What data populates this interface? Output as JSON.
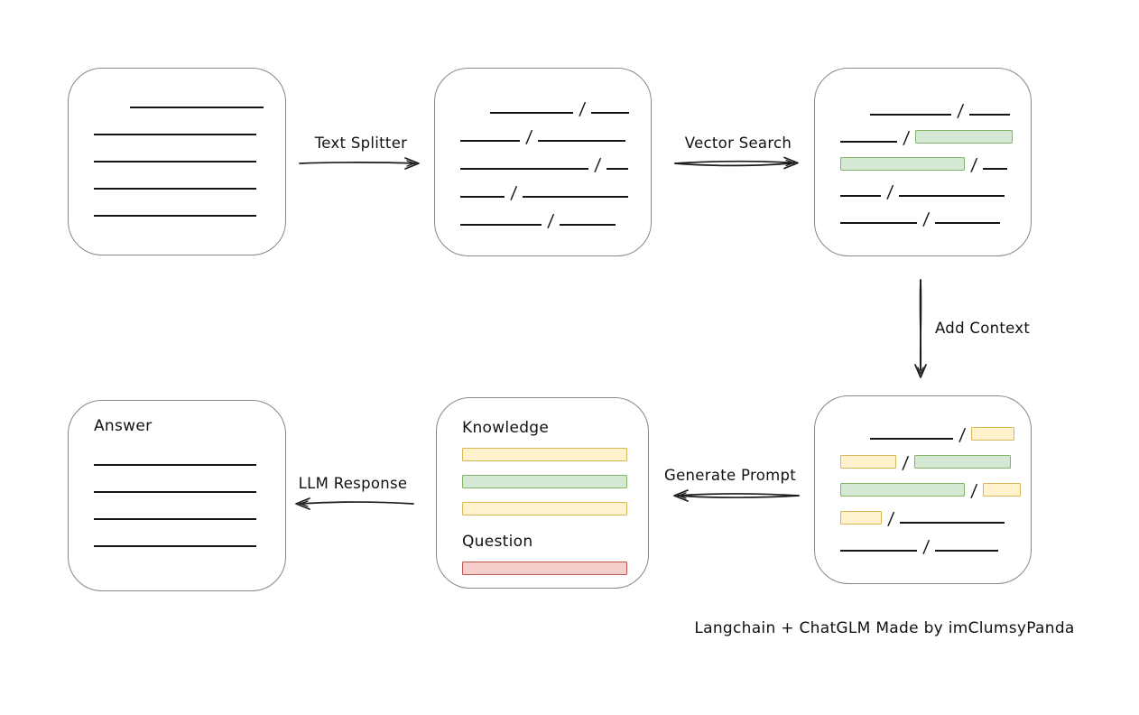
{
  "diagram": {
    "caption": "Langchain + ChatGLM Made by imClumsyPanda",
    "slash": "/",
    "colors": {
      "chunk_green_fill": "#d5e8d4",
      "chunk_green_border": "#82b366",
      "chunk_yellow_fill": "#fff2cc",
      "chunk_yellow_border": "#d6b656",
      "chunk_red_fill": "#f8cecc",
      "chunk_red_border": "#b85450",
      "line_stroke": "#161616",
      "card_border": "#878787"
    },
    "arrows": [
      {
        "id": "text-splitter",
        "label": "Text Splitter",
        "direction": "right"
      },
      {
        "id": "vector-search",
        "label": "Vector Search",
        "direction": "right"
      },
      {
        "id": "add-context",
        "label": "Add Context",
        "direction": "down"
      },
      {
        "id": "generate-prompt",
        "label": "Generate Prompt",
        "direction": "left"
      },
      {
        "id": "llm-response",
        "label": "LLM Response",
        "direction": "left"
      }
    ],
    "boxes": [
      {
        "id": "source-document",
        "rows": [
          [
            "sp:34",
            "ln:148"
          ],
          [
            "ln:180"
          ],
          [
            "ln:180"
          ],
          [
            "ln:180"
          ],
          [
            "ln:180"
          ]
        ]
      },
      {
        "id": "split-chunks",
        "rows": [
          [
            "sp:27",
            "ln:92",
            "sl",
            "ln:42"
          ],
          [
            "ln:66",
            "sl",
            "ln:97"
          ],
          [
            "ln:142",
            "sl",
            "ln:24"
          ],
          [
            "ln:49",
            "sl",
            "ln:117"
          ],
          [
            "ln:90",
            "sl",
            "ln:62"
          ]
        ]
      },
      {
        "id": "matched-chunks",
        "rows": [
          [
            "sp:27",
            "ln:90",
            "sl",
            "ln:45"
          ],
          [
            "ln:63",
            "sl",
            "gr:108"
          ],
          [
            "gr:138",
            "sl",
            "ln:27"
          ],
          [
            "ln:45",
            "sl",
            "ln:117"
          ],
          [
            "ln:85",
            "sl",
            "ln:72"
          ]
        ]
      },
      {
        "id": "context-chunks",
        "rows": [
          [
            "sp:27",
            "ln:92",
            "sl",
            "yl:48"
          ],
          [
            "yl:62",
            "sl",
            "gr:107"
          ],
          [
            "gr:138",
            "sl",
            "yl:42"
          ],
          [
            "yl:46",
            "sl",
            "ln:116"
          ],
          [
            "ln:85",
            "sl",
            "ln:70"
          ]
        ]
      },
      {
        "id": "prompt",
        "rows": [
          [
            "tx:Knowledge"
          ],
          [
            "yl:183"
          ],
          [
            "gr:183"
          ],
          [
            "yl:183"
          ],
          [
            "tx:Question"
          ],
          [
            "rd:183"
          ]
        ]
      },
      {
        "id": "answer",
        "rows": [
          [
            "tx:Answer"
          ],
          [
            "ln:180"
          ],
          [
            "ln:180"
          ],
          [
            "ln:180"
          ],
          [
            "ln:180"
          ]
        ]
      }
    ]
  }
}
